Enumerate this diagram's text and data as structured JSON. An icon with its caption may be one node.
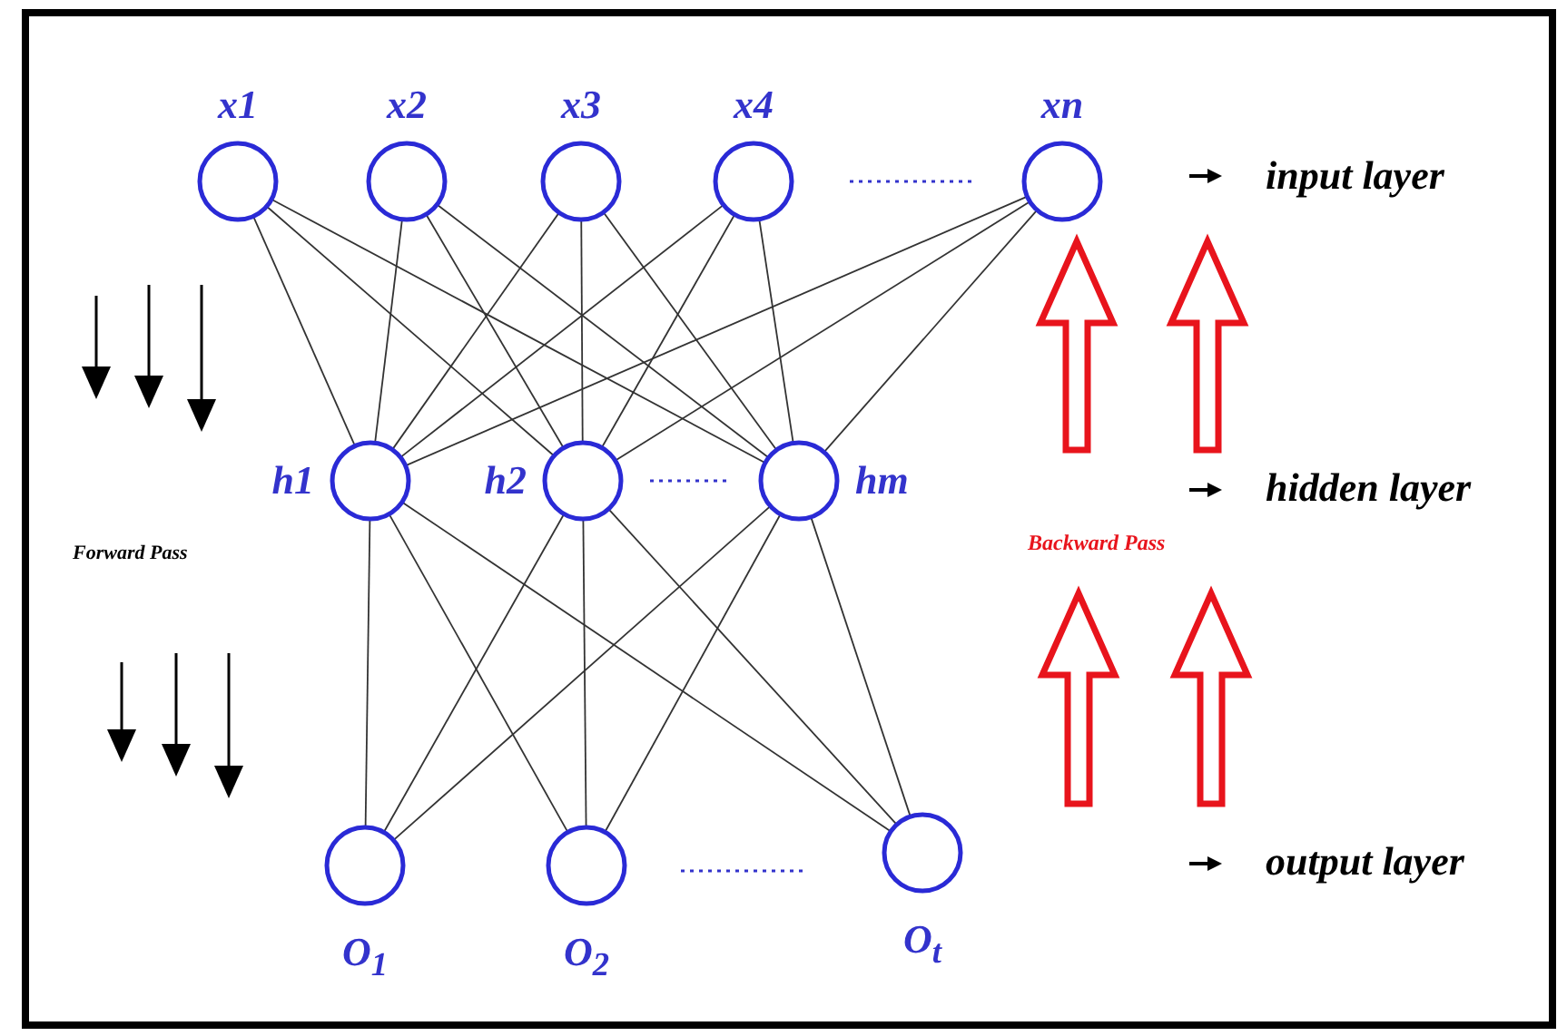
{
  "diagram": {
    "nodes": [
      {
        "text": [
          "x1"
        ]
      },
      {
        "text": [
          "x2"
        ]
      },
      {
        "text": [
          "x3"
        ]
      },
      {
        "text": [
          "x4"
        ]
      },
      {
        "text": [
          "xn"
        ]
      },
      {
        "text": [
          "h1"
        ]
      },
      {
        "text": [
          "h2"
        ]
      },
      {
        "text": [
          "hm"
        ]
      },
      {
        "text": [
          "O$_{1}$"
        ]
      },
      {
        "text": [
          "O$_{2}$"
        ]
      },
      {
        "text": [
          "O$_{t}$"
        ]
      }
    ],
    "edges": [
      {
        "from": 0,
        "to": 5,
        "arrow": "none"
      },
      {
        "from": 0,
        "to": 6,
        "arrow": "none"
      },
      {
        "from": 0,
        "to": 7,
        "arrow": "none"
      },
      {
        "from": 1,
        "to": 5,
        "arrow": "none"
      },
      {
        "from": 1,
        "to": 6,
        "arrow": "none"
      },
      {
        "from": 1,
        "to": 7,
        "arrow": "none"
      },
      {
        "from": 2,
        "to": 5,
        "arrow": "none"
      },
      {
        "from": 2,
        "to": 6,
        "arrow": "none"
      },
      {
        "from": 2,
        "to": 7,
        "arrow": "none"
      },
      {
        "from": 3,
        "to": 5,
        "arrow": "none"
      },
      {
        "from": 3,
        "to": 6,
        "arrow": "none"
      },
      {
        "from": 3,
        "to": 7,
        "arrow": "none"
      },
      {
        "from": 4,
        "to": 5,
        "arrow": "none"
      },
      {
        "from": 4,
        "to": 6,
        "arrow": "none"
      },
      {
        "from": 4,
        "to": 7,
        "arrow": "none"
      },
      {
        "from": 5,
        "to": 8,
        "arrow": "none"
      },
      {
        "from": 5,
        "to": 9,
        "arrow": "none"
      },
      {
        "from": 5,
        "to": 10,
        "arrow": "none"
      },
      {
        "from": 6,
        "to": 8,
        "arrow": "none"
      },
      {
        "from": 6,
        "to": 9,
        "arrow": "none"
      },
      {
        "from": 6,
        "to": 10,
        "arrow": "none"
      },
      {
        "from": 7,
        "to": 8,
        "arrow": "none"
      },
      {
        "from": 7,
        "to": 9,
        "arrow": "none"
      },
      {
        "from": 7,
        "to": 10,
        "arrow": "none"
      }
    ],
    "labels": [
      "input layer",
      "hidden layer",
      "Forward Pass",
      "Backward Pass",
      "output layer"
    ]
  }
}
